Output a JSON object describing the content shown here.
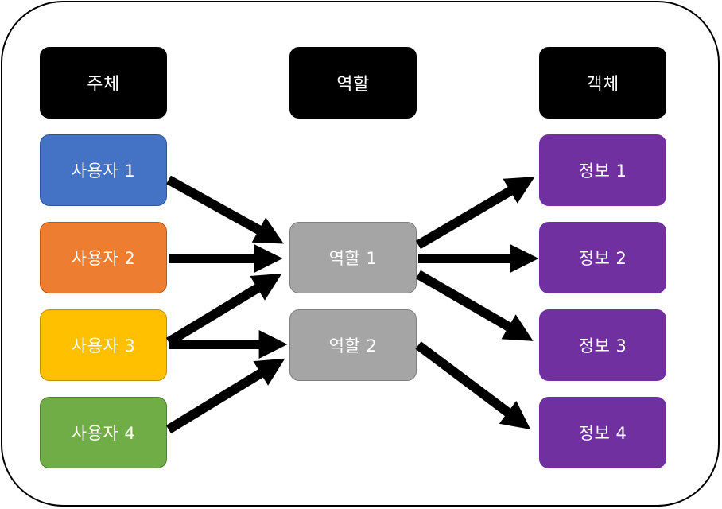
{
  "headers": {
    "subject": "주체",
    "role": "역할",
    "object": "객체"
  },
  "subjects": [
    "사용자 1",
    "사용자 2",
    "사용자 3",
    "사용자 4"
  ],
  "roles": [
    "역할 1",
    "역할 2"
  ],
  "objects": [
    "정보 1",
    "정보 2",
    "정보 3",
    "정보 4"
  ],
  "links": [
    {
      "from": "사용자 1",
      "to": "역할 1"
    },
    {
      "from": "사용자 2",
      "to": "역할 1"
    },
    {
      "from": "사용자 3",
      "to": "역할 1"
    },
    {
      "from": "사용자 3",
      "to": "역할 2"
    },
    {
      "from": "사용자 4",
      "to": "역할 2"
    },
    {
      "from": "역할 1",
      "to": "정보 1"
    },
    {
      "from": "역할 1",
      "to": "정보 2"
    },
    {
      "from": "역할 1",
      "to": "정보 3"
    },
    {
      "from": "역할 2",
      "to": "정보 4"
    }
  ],
  "colors": {
    "header": "#000000",
    "user1": "#4472c4",
    "user2": "#ed7d31",
    "user3": "#ffc000",
    "user4": "#70ad47",
    "role": "#a5a5a5",
    "object": "#7030a0",
    "arrow": "#000000"
  }
}
